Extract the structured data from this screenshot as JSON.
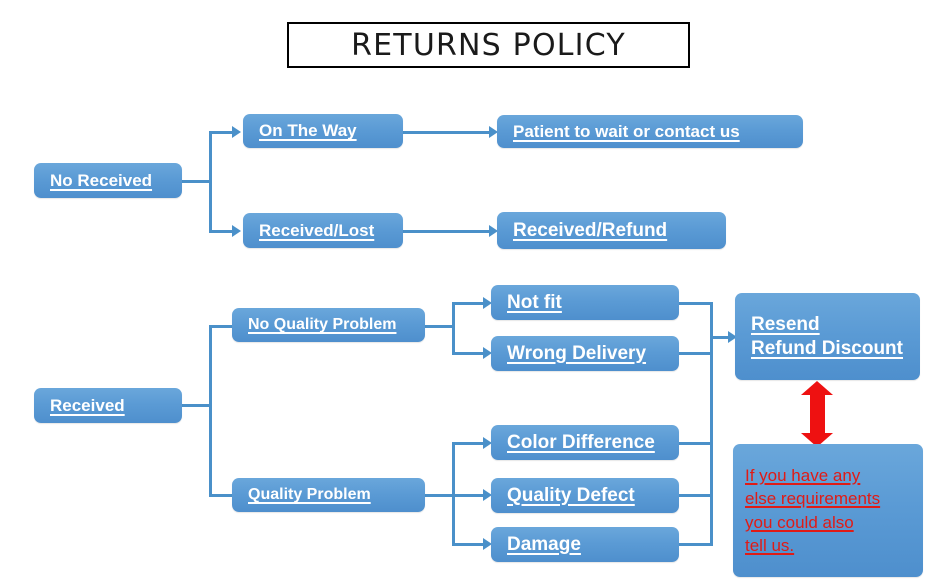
{
  "title": {
    "text": "RETURNS POLICY"
  },
  "colors": {
    "node_fill": "#5B9BD5",
    "connector": "#4A90C9",
    "node_text": "#FFFFFF",
    "note_text": "#E01B16",
    "arrow_red": "#EE1111",
    "title_border": "#000000",
    "background": "#FFFFFF"
  },
  "nodes": {
    "no_received": {
      "label": "No Received"
    },
    "on_the_way": {
      "label": "On The Way"
    },
    "received_lost": {
      "label": "Received/Lost"
    },
    "patient_wait": {
      "label": "Patient to wait or contact us"
    },
    "received_refund": {
      "label": "Received/Refund"
    },
    "received": {
      "label": "Received"
    },
    "no_quality_problem": {
      "label": "No Quality Problem"
    },
    "quality_problem": {
      "label": "Quality Problem"
    },
    "not_fit": {
      "label": "Not fit"
    },
    "wrong_delivery": {
      "label": "Wrong Delivery"
    },
    "color_difference": {
      "label": "Color Difference"
    },
    "quality_defect": {
      "label": "Quality Defect"
    },
    "damage": {
      "label": "Damage"
    },
    "resend": {
      "line1": "Resend",
      "line2": "Refund Discount"
    },
    "note": {
      "line1": "If you have any",
      "line2": "else requirements",
      "line3": "you could also",
      "line4": "tell us."
    }
  },
  "flow": {
    "edges": [
      {
        "from": "no_received",
        "to": "on_the_way"
      },
      {
        "from": "no_received",
        "to": "received_lost"
      },
      {
        "from": "on_the_way",
        "to": "patient_wait"
      },
      {
        "from": "received_lost",
        "to": "received_refund"
      },
      {
        "from": "received",
        "to": "no_quality_problem"
      },
      {
        "from": "received",
        "to": "quality_problem"
      },
      {
        "from": "no_quality_problem",
        "to": "not_fit"
      },
      {
        "from": "no_quality_problem",
        "to": "wrong_delivery"
      },
      {
        "from": "quality_problem",
        "to": "color_difference"
      },
      {
        "from": "quality_problem",
        "to": "quality_defect"
      },
      {
        "from": "quality_problem",
        "to": "damage"
      },
      {
        "from": "not_fit",
        "to": "resend"
      },
      {
        "from": "wrong_delivery",
        "to": "resend"
      },
      {
        "from": "color_difference",
        "to": "resend"
      },
      {
        "from": "quality_defect",
        "to": "resend"
      },
      {
        "from": "damage",
        "to": "resend"
      },
      {
        "from": "resend",
        "to": "note",
        "style": "double-red-arrow"
      }
    ]
  }
}
